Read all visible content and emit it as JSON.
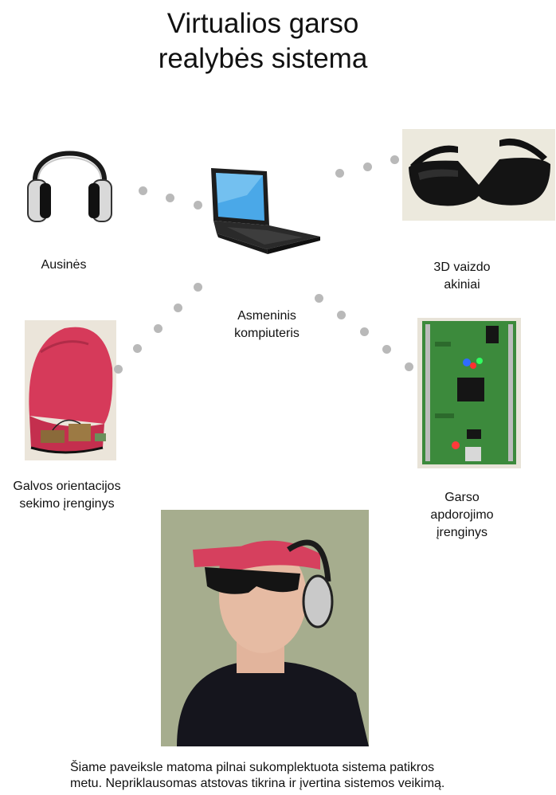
{
  "title": {
    "line1": "Virtualios garso",
    "line2": "realybės sistema"
  },
  "nodes": {
    "headphones": "Ausinės",
    "laptop_line1": "Asmeninis",
    "laptop_line2": "kompiuteris",
    "glasses_line1": "3D vaizdo",
    "glasses_line2": "akiniai",
    "tracker_line1": "Galvos orientacijos",
    "tracker_line2": "sekimo įrenginys",
    "processor_line1": "Garso",
    "processor_line2": "apdorojimo",
    "processor_line3": "įrenginys"
  },
  "caption": {
    "line1": "Šiame paveiksle matoma pilnai sukomplektuota sistema patikros",
    "line2": "metu. Nepriklausomas atstovas tikrina ir įvertina sistemos veikimą."
  },
  "colors": {
    "dot": "#b9b9b9",
    "cap": "#d63a5a",
    "board": "#3c8a3c",
    "screen": "#4aa8e8"
  },
  "icons": [
    "headphones-icon",
    "laptop-icon",
    "3d-glasses-icon",
    "cap-tracker-icon",
    "circuit-board-icon",
    "person-photo"
  ]
}
